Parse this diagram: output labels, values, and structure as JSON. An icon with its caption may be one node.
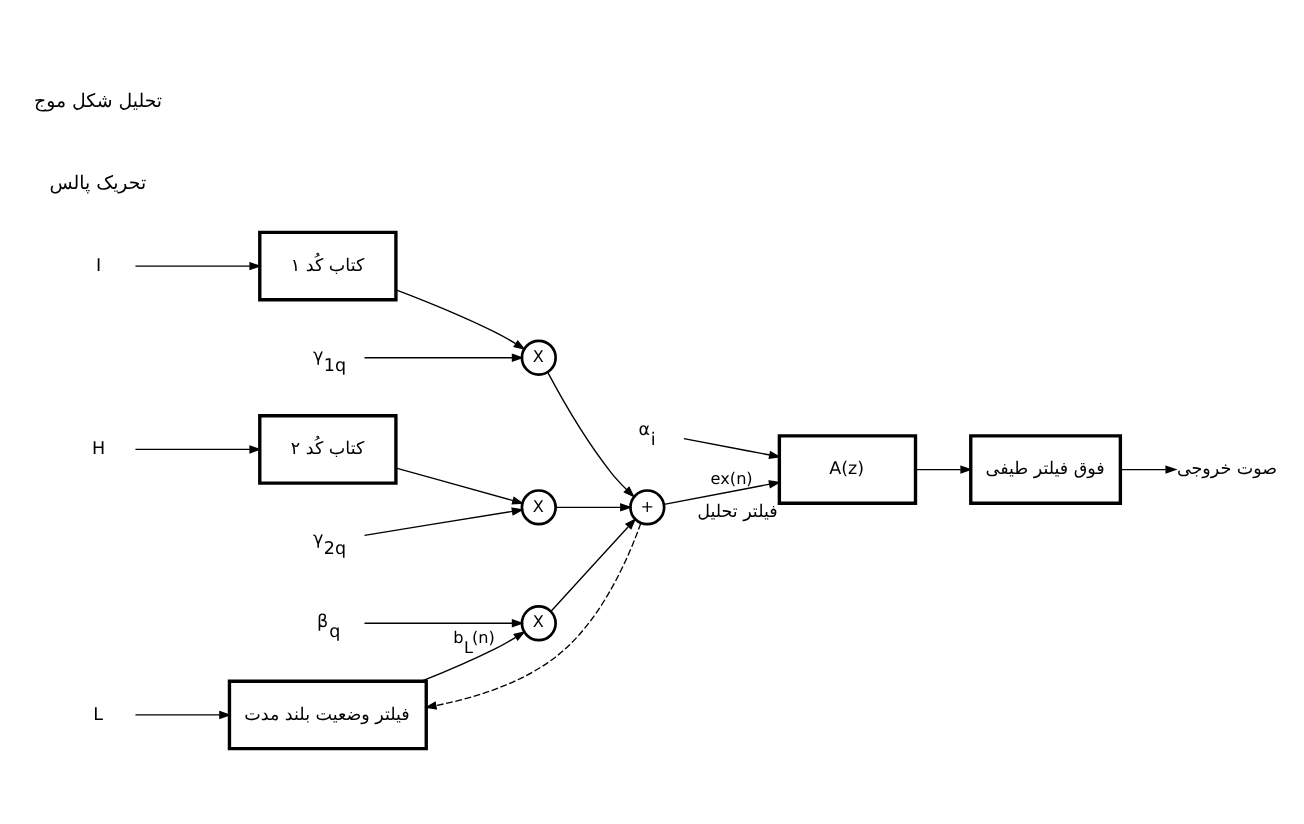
{
  "diagram": {
    "nodes": [
      {
        "text": [
          "فیلتر وضعیت بلند مدت"
        ]
      },
      {
        "text": [
          "L"
        ]
      },
      {
        "text": [
          "β$_{q}$"
        ]
      },
      {
        "text": [
          "X"
        ]
      },
      {
        "text": [
          "کتاب کُد ۱"
        ]
      },
      {
        "text": [
          "I"
        ]
      },
      {
        "text": [
          "X"
        ]
      },
      {
        "text": [
          "γ$_{1q}$"
        ]
      },
      {
        "text": [
          "کتاب کُد ۲"
        ]
      },
      {
        "text": [
          "H"
        ]
      },
      {
        "text": [
          "X"
        ]
      },
      {
        "text": [
          "γ$_{2q}$"
        ]
      },
      {
        "text": [
          "+"
        ]
      },
      {
        "text": [
          "A(z)"
        ],
        "beside": [
          "فیلتر تحلیل"
        ]
      },
      {
        "text": [
          "α$_{i}$"
        ]
      },
      {
        "text": [
          "فوق فیلتر طیفی"
        ]
      },
      {
        "text": [
          "صوت خروجی"
        ]
      }
    ],
    "edges": [
      {
        "from": 1,
        "to": 0,
        "arrow": "to"
      },
      {
        "from": 2,
        "to": 3,
        "arrow": "to"
      },
      {
        "from": 0,
        "to": 3,
        "arrow": "to",
        "label": "b$_{L}$(n)"
      },
      {
        "from": 5,
        "to": 4,
        "arrow": "to"
      },
      {
        "from": 4,
        "to": 6,
        "arrow": "to"
      },
      {
        "from": 7,
        "to": 6,
        "arrow": "to"
      },
      {
        "from": 9,
        "to": 8,
        "arrow": "to"
      },
      {
        "from": 8,
        "to": 10,
        "arrow": "to"
      },
      {
        "from": 11,
        "to": 10,
        "arrow": "to"
      },
      {
        "from": 3,
        "to": 12,
        "arrow": "to"
      },
      {
        "from": 6,
        "to": 12,
        "arrow": "to"
      },
      {
        "from": 10,
        "to": 12,
        "arrow": "to"
      },
      {
        "from": 12,
        "to": 13,
        "arrow": "to",
        "label": "ex(n)"
      },
      {
        "from": 12,
        "to": 0,
        "arrow": "to",
        "style": "dashed"
      },
      {
        "from": 14,
        "to": 13,
        "arrow": "to"
      },
      {
        "from": 13,
        "to": 15,
        "arrow": "to"
      },
      {
        "from": 15,
        "to": 16,
        "arrow": "to"
      }
    ],
    "labels": [
      "تحریک پالس",
      "تحلیل شکل موج"
    ]
  }
}
